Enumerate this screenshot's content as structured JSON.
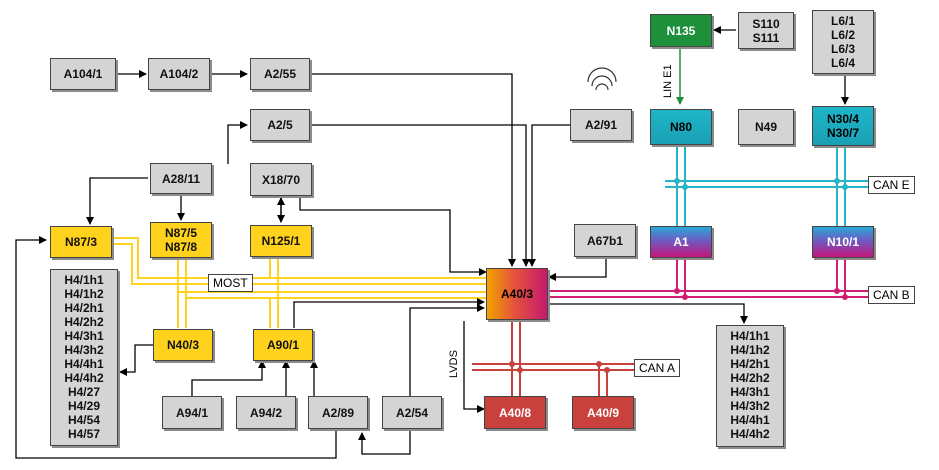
{
  "modules": {
    "a104_1": "A104/1",
    "a104_2": "A104/2",
    "a2_55": "A2/55",
    "a2_5": "A2/5",
    "a28_11": "A28/11",
    "x18_70": "X18/70",
    "n87_3": "N87/3",
    "n87_5_8": "N87/5\nN87/8",
    "n125_1": "N125/1",
    "n40_3": "N40/3",
    "n90_1": "A90/1",
    "a94_1": "A94/1",
    "a94_2": "A94/2",
    "a2_89": "A2/89",
    "a2_54": "A2/54",
    "a2_91": "A2/91",
    "a67b1": "A67b1",
    "a40_3": "A40/3",
    "a40_8": "A40/8",
    "a40_9": "A40/9",
    "n135": "N135",
    "s110_111": "S110\nS111",
    "n80": "N80",
    "n49": "N49",
    "l6": "L6/1\nL6/2\nL6/3\nL6/4",
    "n30": "N30/4\nN30/7",
    "a1": "A1",
    "n10_1": "N10/1",
    "h4_left": "H4/1h1\nH4/1h2\nH4/2h1\nH4/2h2\nH4/3h1\nH4/3h2\nH4/4h1\nH4/4h2\nH4/27\nH4/29\nH4/54\nH4/57",
    "h4_right": "H4/1h1\nH4/1h2\nH4/2h1\nH4/2h2\nH4/3h1\nH4/3h2\nH4/4h1\nH4/4h2"
  },
  "bus_labels": {
    "can_e": "CAN E",
    "can_b": "CAN B",
    "can_a": "CAN A",
    "most": "MOST",
    "lin_e1": "LIN E1",
    "lvds": "LVDS"
  },
  "colors": {
    "most": "#ffd21e",
    "can_b": "#d11d74",
    "can_e": "#27b3c6",
    "can_a": "#c8413d",
    "lin": "#1e8f3b",
    "wire": "#000000"
  },
  "icons": {
    "antenna": "radio-waves-icon"
  }
}
